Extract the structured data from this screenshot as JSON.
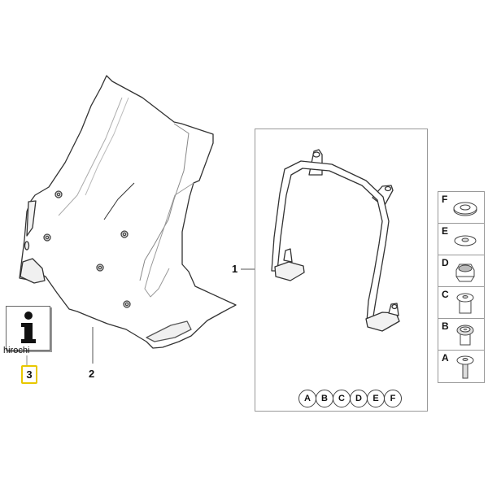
{
  "diagram": {
    "callouts": [
      {
        "id": "1",
        "label": "1"
      },
      {
        "id": "2",
        "label": "2"
      },
      {
        "id": "3",
        "label": "3"
      }
    ],
    "info": {
      "icon": "info-icon",
      "watermark": "hirochi",
      "ref_badge": "3"
    },
    "kit_letters": [
      "A",
      "B",
      "C",
      "D",
      "E",
      "F"
    ],
    "hardware": [
      {
        "letter": "F",
        "icon": "large-washer-icon"
      },
      {
        "letter": "E",
        "icon": "washer-icon"
      },
      {
        "letter": "D",
        "icon": "hex-nut-icon"
      },
      {
        "letter": "C",
        "icon": "spacer-bushing-icon"
      },
      {
        "letter": "B",
        "icon": "grommet-icon"
      },
      {
        "letter": "A",
        "icon": "bolt-icon"
      }
    ],
    "colors": {
      "line": "#333333",
      "frame": "#999999",
      "badge_border": "#e8c800"
    }
  }
}
